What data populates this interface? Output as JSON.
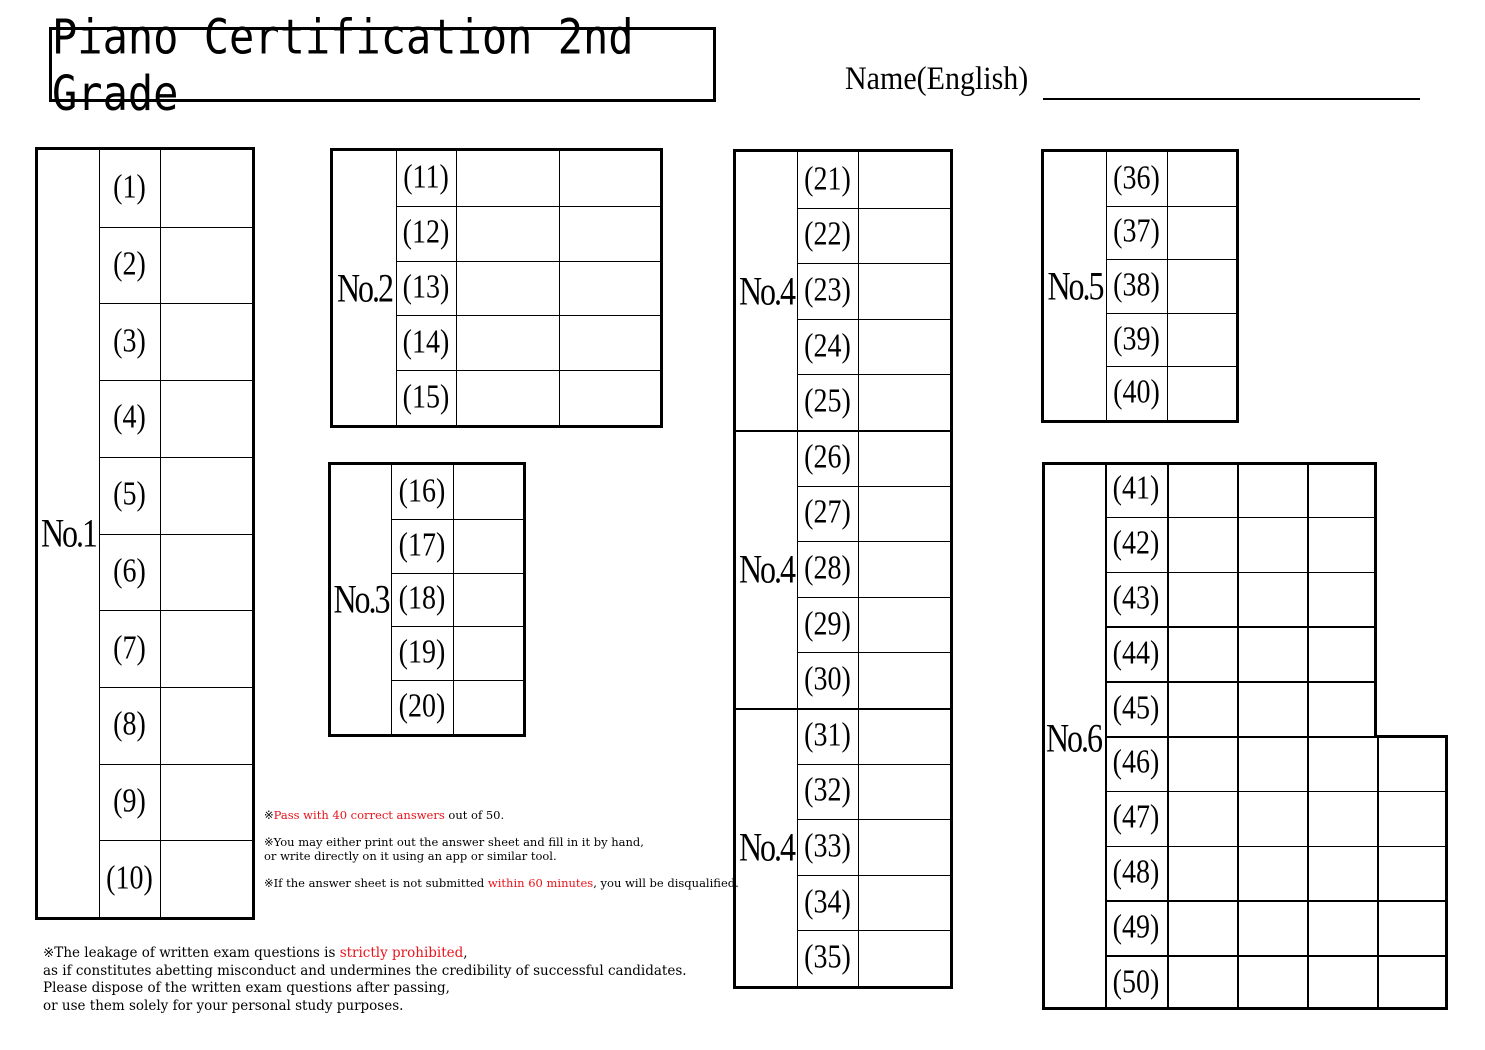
{
  "header": {
    "title": "Piano Certification 2nd Grade",
    "name_label": "Name(English)"
  },
  "sections": {
    "s1": "No.1",
    "s2": "No.2",
    "s3": "No.3",
    "s4a": "No.4",
    "s4b": "No.4",
    "s4c": "No.4",
    "s5": "No.5",
    "s6": "No.6"
  },
  "questions": [
    "(1)",
    "(2)",
    "(3)",
    "(4)",
    "(5)",
    "(6)",
    "(7)",
    "(8)",
    "(9)",
    "(10)",
    "(11)",
    "(12)",
    "(13)",
    "(14)",
    "(15)",
    "(16)",
    "(17)",
    "(18)",
    "(19)",
    "(20)",
    "(21)",
    "(22)",
    "(23)",
    "(24)",
    "(25)",
    "(26)",
    "(27)",
    "(28)",
    "(29)",
    "(30)",
    "(31)",
    "(32)",
    "(33)",
    "(34)",
    "(35)",
    "(36)",
    "(37)",
    "(38)",
    "(39)",
    "(40)",
    "(41)",
    "(42)",
    "(43)",
    "(44)",
    "(45)",
    "(46)",
    "(47)",
    "(48)",
    "(49)",
    "(50)"
  ],
  "notes": {
    "n1_prefix": "※",
    "n1_red": "Pass with 40 correct answers",
    "n1_suffix": " out of 50.",
    "n2_line1": "※You may either print out the answer sheet and fill in it by hand,",
    "n2_line2": "or write directly on it using an app or similar tool.",
    "n3_prefix": "※If the answer sheet is not submitted ",
    "n3_red": "within 60 minutes",
    "n3_suffix": ", you will be disqualified."
  },
  "warning": {
    "line1_prefix": "※The leakage of written exam questions is ",
    "line1_red": "strictly prohibited",
    "line1_suffix": ",",
    "line2": "as if constitutes abetting misconduct and undermines the credibility of successful candidates.",
    "line3": "Please dispose of the written exam questions after passing,",
    "line4": "or use them solely for your personal study purposes."
  },
  "colors": {
    "accent_red": "#e8141b",
    "ink": "#000000"
  }
}
